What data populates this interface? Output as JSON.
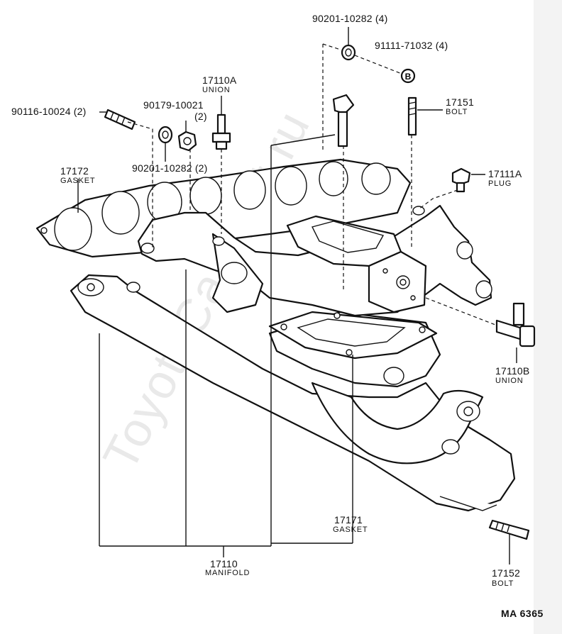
{
  "callouts": {
    "c_90201_top": "90201-10282 (4)",
    "c_91111": "91111-71032 (4)",
    "c_17110A": "17110A",
    "c_union_a": "UNION",
    "c_17151": "17151",
    "c_bolt_a": "BOLT",
    "c_90179": "90179-10021",
    "c_90179_qty": "(2)",
    "c_90116": "90116-10024 (2)",
    "c_90201_left": "90201-10282 (2)",
    "c_17172": "17172",
    "c_gasket_a": "GASKET",
    "c_17111A": "17111A",
    "c_plug": "PLUG",
    "c_17110B": "17110B",
    "c_union_b": "UNION",
    "c_17171": "17171",
    "c_gasket_b": "GASKET",
    "c_17110": "17110",
    "c_manifold": "MANIFOLD",
    "c_17152": "17152",
    "c_bolt_b": "BOLT"
  },
  "marker_b": "B",
  "drawing_ref": "MA 6365",
  "watermark": "ToyotaCarMart.ru"
}
